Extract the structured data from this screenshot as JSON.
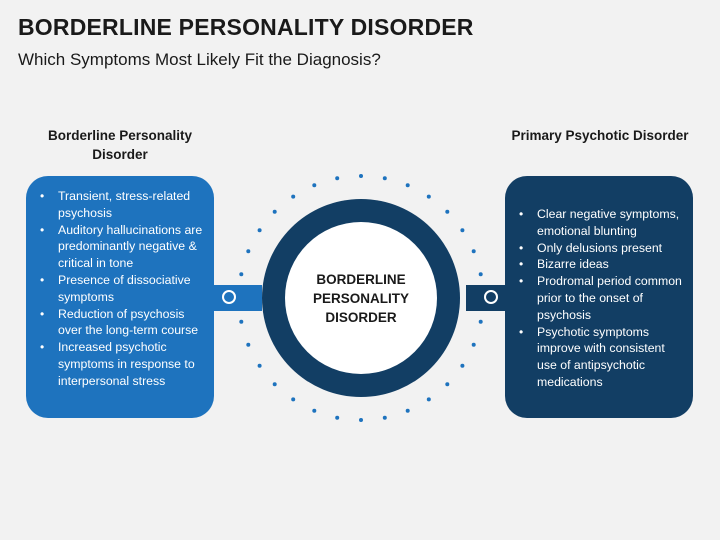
{
  "title": "BORDERLINE PERSONALITY DISORDER",
  "subtitle": "Which Symptoms Most Likely Fit the Diagnosis?",
  "left": {
    "heading": "Borderline Personality Disorder",
    "items": [
      "Transient, stress-related psychosis",
      "Auditory hallucinations are predominantly negative & critical in tone",
      "Presence of dissociative symptoms",
      "Reduction of psychosis over the long-term course",
      "Increased psychotic symptoms in response to interpersonal stress"
    ],
    "color": "#1e73be"
  },
  "right": {
    "heading": "Primary Psychotic Disorder",
    "items": [
      "Clear negative symptoms, emotional blunting",
      "Only delusions present",
      "Bizarre ideas",
      "Prodromal period common prior to the onset of psychosis",
      "Psychotic symptoms improve with consistent use of antipsychotic medications"
    ],
    "color": "#123e64"
  },
  "center": {
    "label": "BORDERLINE PERSONALITY DISORDER"
  }
}
